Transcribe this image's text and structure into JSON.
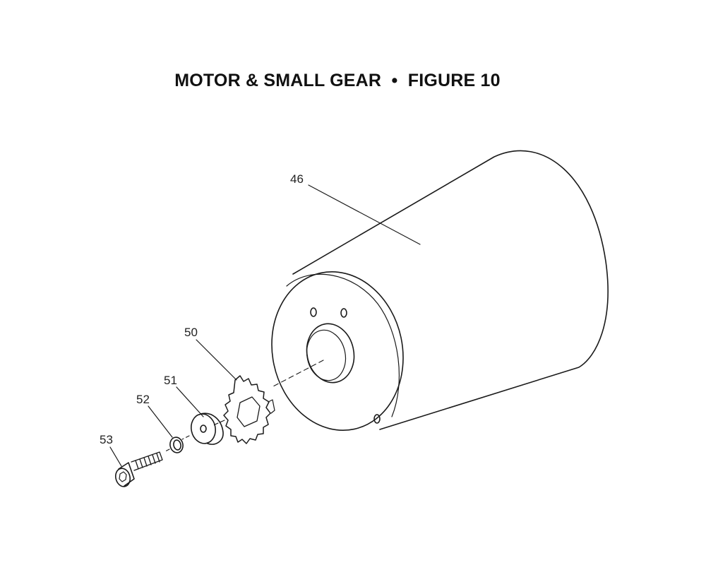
{
  "header": {
    "title_left": "MOTOR & SMALL GEAR",
    "separator": "•",
    "title_right": "FIGURE 10"
  },
  "parts": [
    {
      "label": "46",
      "part": "motor"
    },
    {
      "label": "50",
      "part": "small gear"
    },
    {
      "label": "51",
      "part": "washer"
    },
    {
      "label": "52",
      "part": "lock washer"
    },
    {
      "label": "53",
      "part": "socket head screw"
    }
  ],
  "colors": {
    "line": "#1a1a1a",
    "background": "#ffffff"
  }
}
